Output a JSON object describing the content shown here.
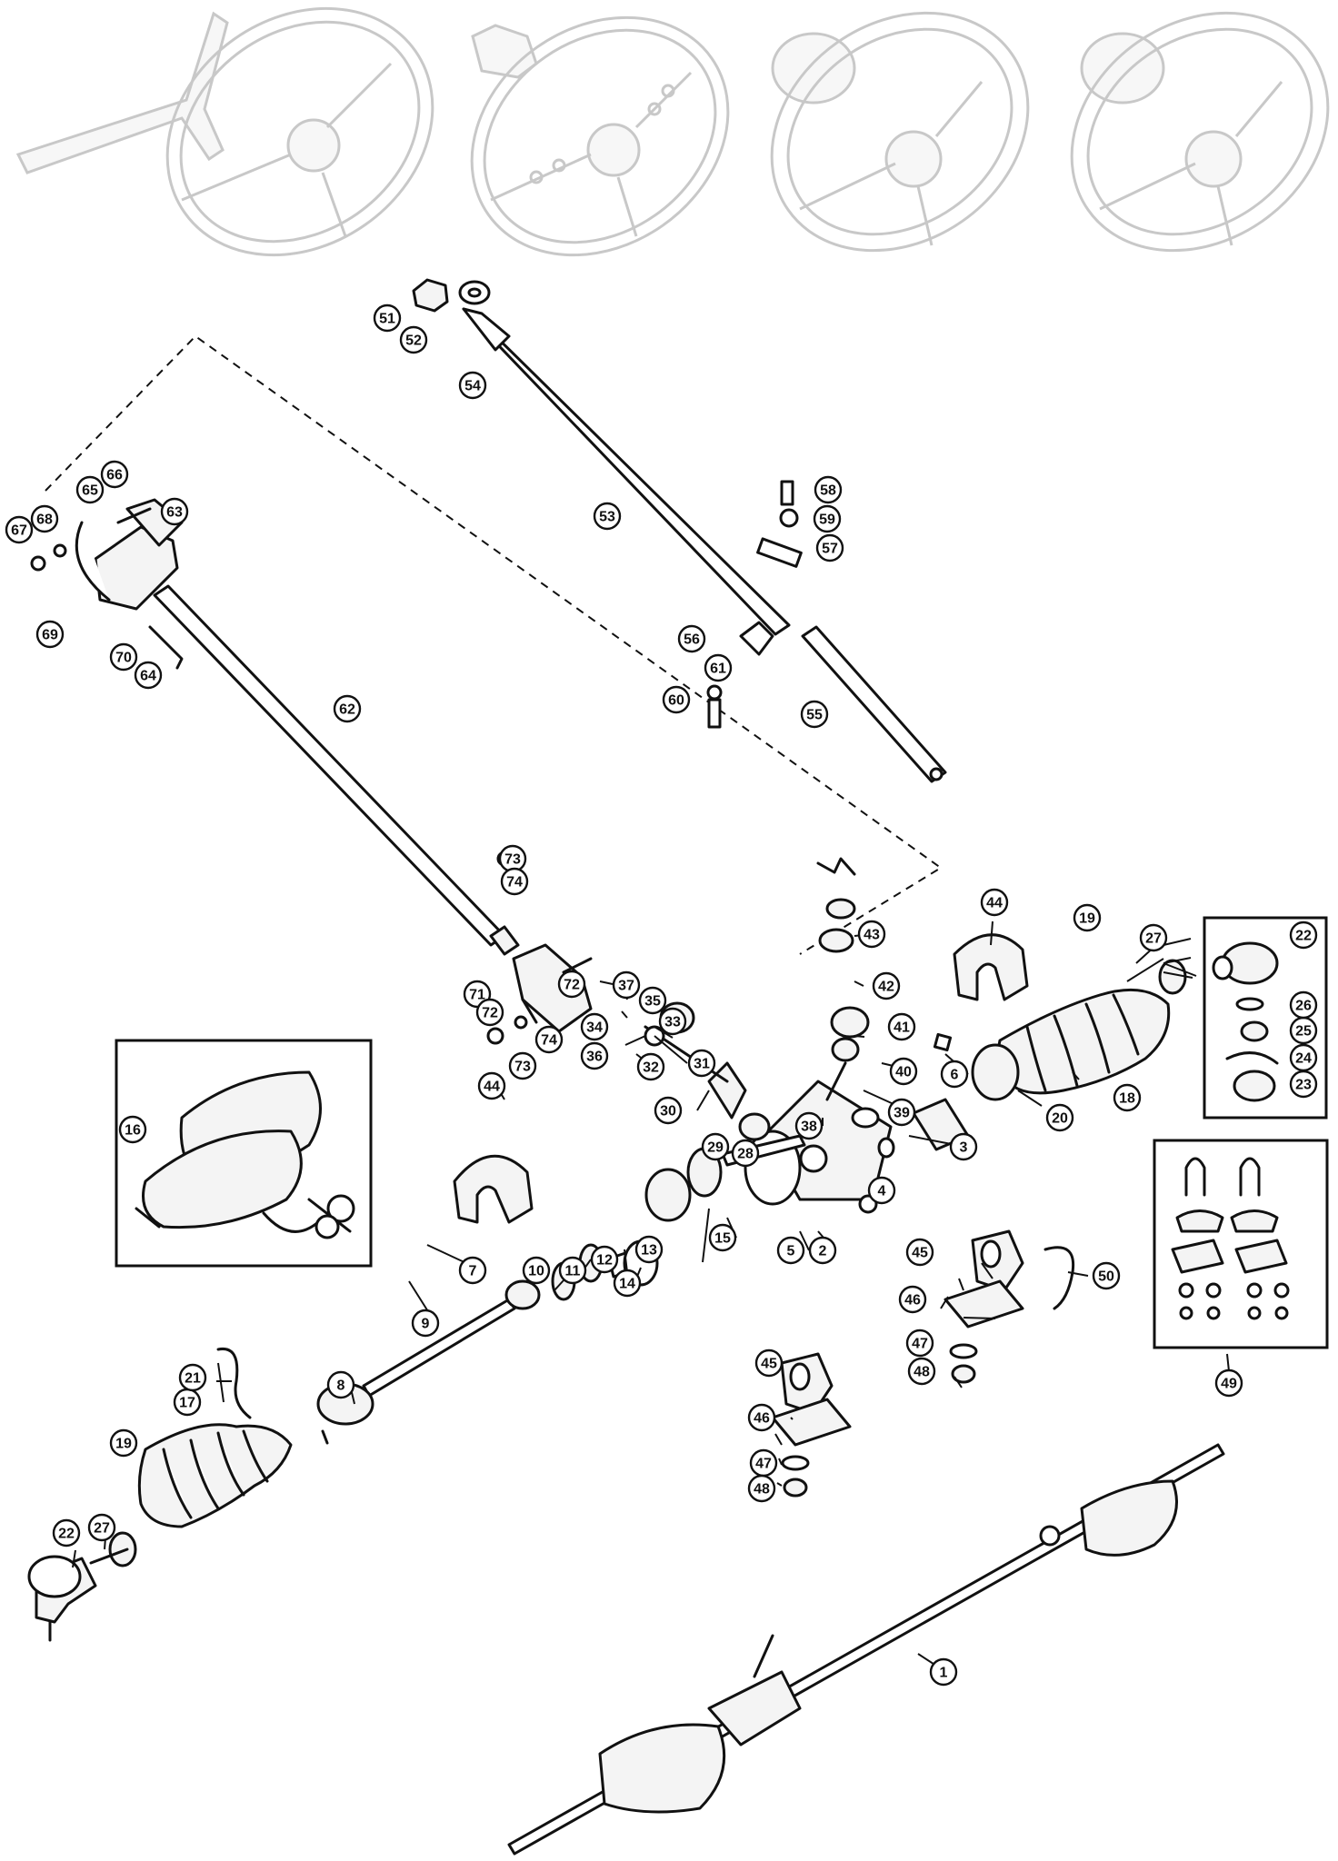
{
  "callouts": [
    "1",
    "2",
    "3",
    "4",
    "5",
    "6",
    "7",
    "8",
    "9",
    "10",
    "11",
    "12",
    "13",
    "14",
    "15",
    "16",
    "17",
    "18",
    "19",
    "19",
    "20",
    "21",
    "22",
    "22",
    "23",
    "24",
    "25",
    "26",
    "27",
    "27",
    "28",
    "29",
    "30",
    "31",
    "32",
    "33",
    "34",
    "35",
    "36",
    "37",
    "38",
    "39",
    "40",
    "41",
    "42",
    "43",
    "44",
    "44",
    "45",
    "45",
    "46",
    "46",
    "47",
    "47",
    "48",
    "48",
    "49",
    "50",
    "51",
    "52",
    "53",
    "54",
    "55",
    "56",
    "57",
    "58",
    "59",
    "60",
    "61",
    "62",
    "63",
    "64",
    "65",
    "66",
    "67",
    "68",
    "69",
    "70",
    "71",
    "72",
    "72",
    "73",
    "73",
    "74",
    "74"
  ],
  "icons": [
    "steering-wheel-icon",
    "steering-wheel-icon",
    "steering-wheel-icon",
    "steering-wheel-icon",
    "steering-column-icon",
    "steering-rack-icon",
    "rubber-gaiter-icon",
    "tie-rod-end-icon",
    "u-bolt-icon",
    "clamp-bracket-icon"
  ]
}
